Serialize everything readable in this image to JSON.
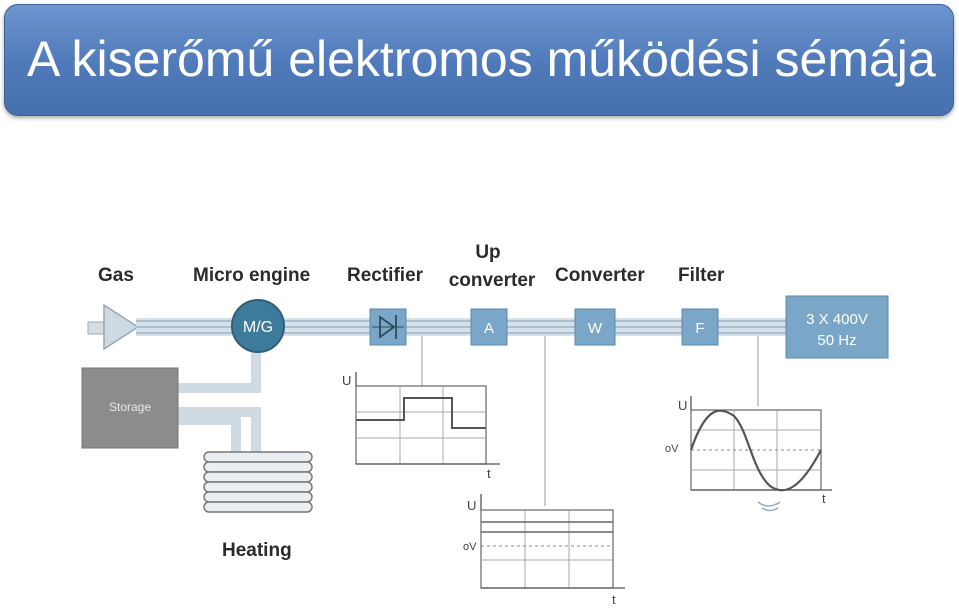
{
  "title": "A kiserőmű elektromos működési sémája",
  "labels": {
    "gas": "Gas",
    "micro_engine": "Micro engine",
    "rectifier": "Rectifier",
    "up_converter_1": "Up",
    "up_converter_2": "converter",
    "converter": "Converter",
    "filter": "Filter",
    "heating": "Heating",
    "storage": "Storage"
  },
  "boxes": {
    "mg": "M/G",
    "up": "A",
    "converter": "W",
    "filter": "F",
    "output_1": "3 X 400V",
    "output_2": "50 Hz"
  },
  "graph_labels": {
    "u": "U",
    "t": "t",
    "ov": "oV"
  },
  "colors": {
    "title_bg": "#4f79b9",
    "box_fill": "#7aa7c7",
    "mg_fill": "#3e7b9a",
    "storage_fill": "#8c8c8c",
    "pipe": "#c9d6e0"
  }
}
